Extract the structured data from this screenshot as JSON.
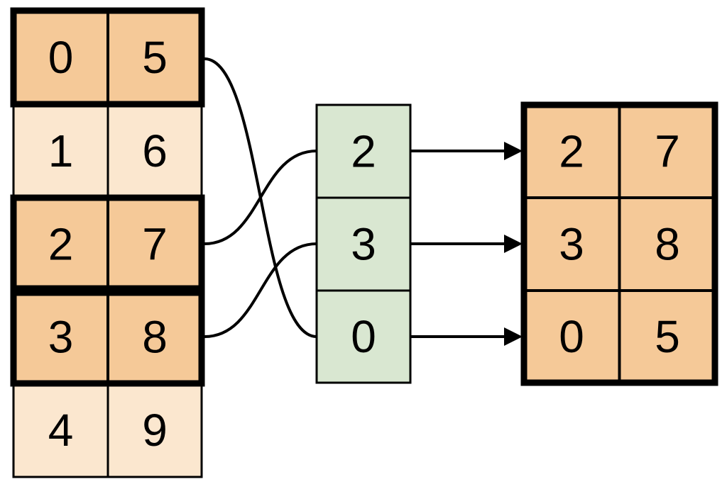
{
  "figure": {
    "source_table": {
      "rows": [
        {
          "cells": [
            "0",
            "5"
          ],
          "highlighted": true
        },
        {
          "cells": [
            "1",
            "6"
          ],
          "highlighted": false
        },
        {
          "cells": [
            "2",
            "7"
          ],
          "highlighted": true
        },
        {
          "cells": [
            "3",
            "8"
          ],
          "highlighted": true
        },
        {
          "cells": [
            "4",
            "9"
          ],
          "highlighted": false
        }
      ]
    },
    "index_column": {
      "values": [
        "2",
        "3",
        "0"
      ]
    },
    "result_table": {
      "rows": [
        {
          "cells": [
            "2",
            "7"
          ]
        },
        {
          "cells": [
            "3",
            "8"
          ]
        },
        {
          "cells": [
            "0",
            "5"
          ]
        }
      ]
    },
    "colors": {
      "highlight_fill": "#F5C998",
      "plain_fill": "#FBE7CF",
      "index_fill": "#D9E7D1",
      "stroke": "#000000",
      "background": "#FFFFFF"
    }
  }
}
